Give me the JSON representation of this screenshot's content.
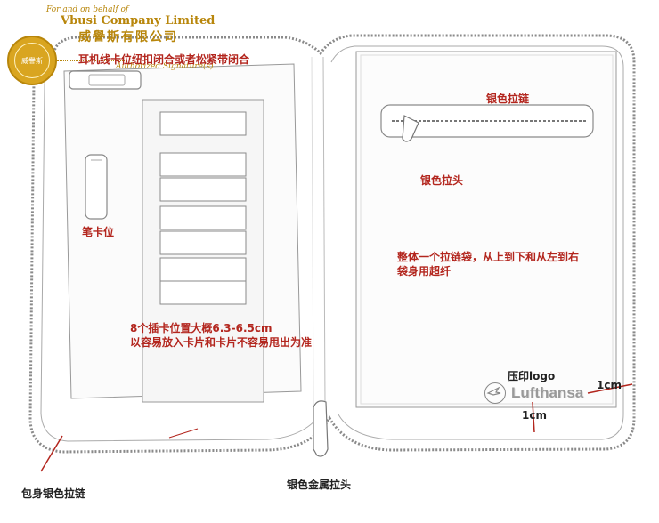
{
  "company": {
    "for_and_on_behalf": "For and on behalf of",
    "name_en": "Vbusi Company Limited",
    "name_cn": "威譽斯有限公司",
    "authorized": "Authorized Signature(s)",
    "seal_text": "威譽斯"
  },
  "annotations": {
    "earphone": "耳机线卡位纽扣闭合或者松紧带闭合",
    "silver_zipper": "银色拉链",
    "silver_puller": "银色拉头",
    "pen_slot": "笔卡位",
    "zip_pocket_line1": "整体一个拉链袋，从上到下和从左到右",
    "zip_pocket_line2": "袋身用超纤",
    "card_slots_line1": "8个插卡位置大概6.3-6.5cm",
    "card_slots_line2": "以容易放入卡片和卡片不容易甩出为准",
    "emboss_logo": "压印logo",
    "dim_1cm_right": "1cm",
    "dim_1cm_bottom": "1cm",
    "body_zipper": "包身银色拉链",
    "metal_puller": "银色金属拉头"
  },
  "logo": {
    "brand": "Lufthansa"
  },
  "colors": {
    "annotation": "#b3261e",
    "company_gold": "#b8860b",
    "outline": "#555555"
  }
}
